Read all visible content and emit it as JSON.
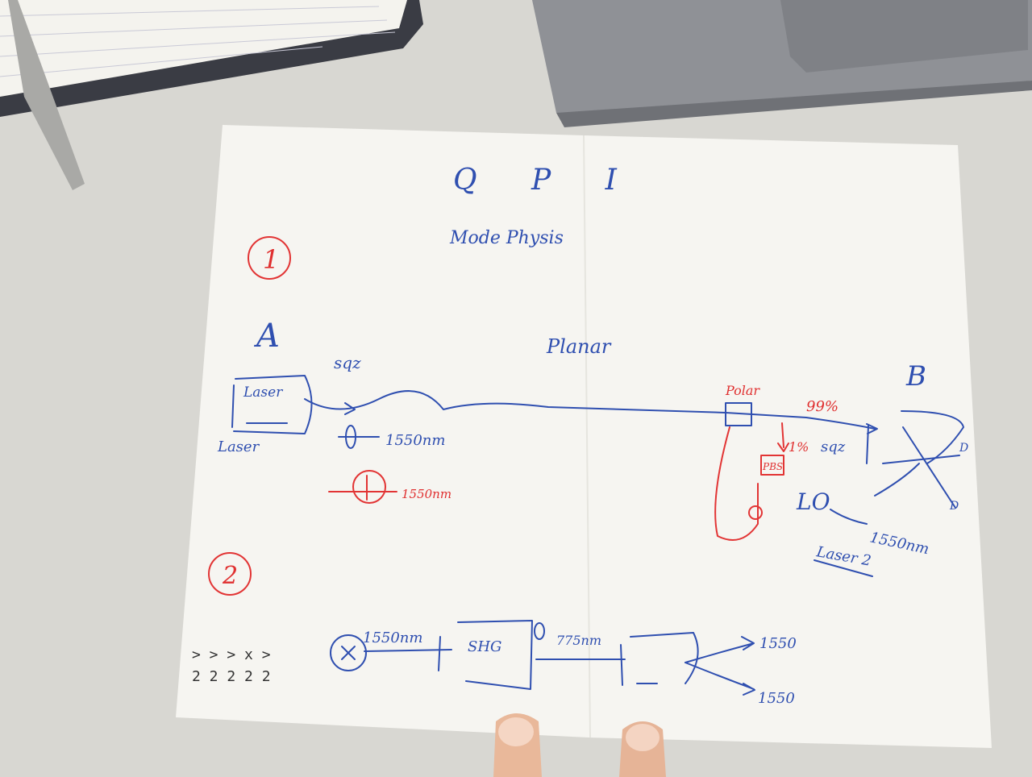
{
  "sheet": {
    "title": "Q P I",
    "subtitle": "Mode Physis",
    "section1": "1",
    "section2": "2",
    "node_a": "A",
    "node_b": "B",
    "planar_label": "Planar",
    "laser_label": "Laser",
    "laser_label2": "Laser",
    "laser2_label": "Laser 2",
    "lo_label": "LO",
    "sqz_label1": "sqz",
    "sqz_label2": "sqz",
    "wl_1550_a": "1550nm",
    "wl_1550_b": "1550nm",
    "wl_1550_c": "1550nm",
    "polar_label": "Polar",
    "pbs_label": "PBS",
    "pct_99": "99%",
    "pct_1": "1%",
    "input_1550": "1550nm",
    "shg_label": "SHG",
    "wl_775": "775nm",
    "out_1550_a": "1550",
    "out_1550_b": "1550",
    "margin_top": "> > > x >",
    "margin_bottom": "2 2 2 2 2"
  },
  "colors": {
    "ink_blue": "#2f4fb0",
    "ink_red": "#e03030",
    "paper": "#f7f6f2",
    "desk": "#d9d8d3"
  }
}
